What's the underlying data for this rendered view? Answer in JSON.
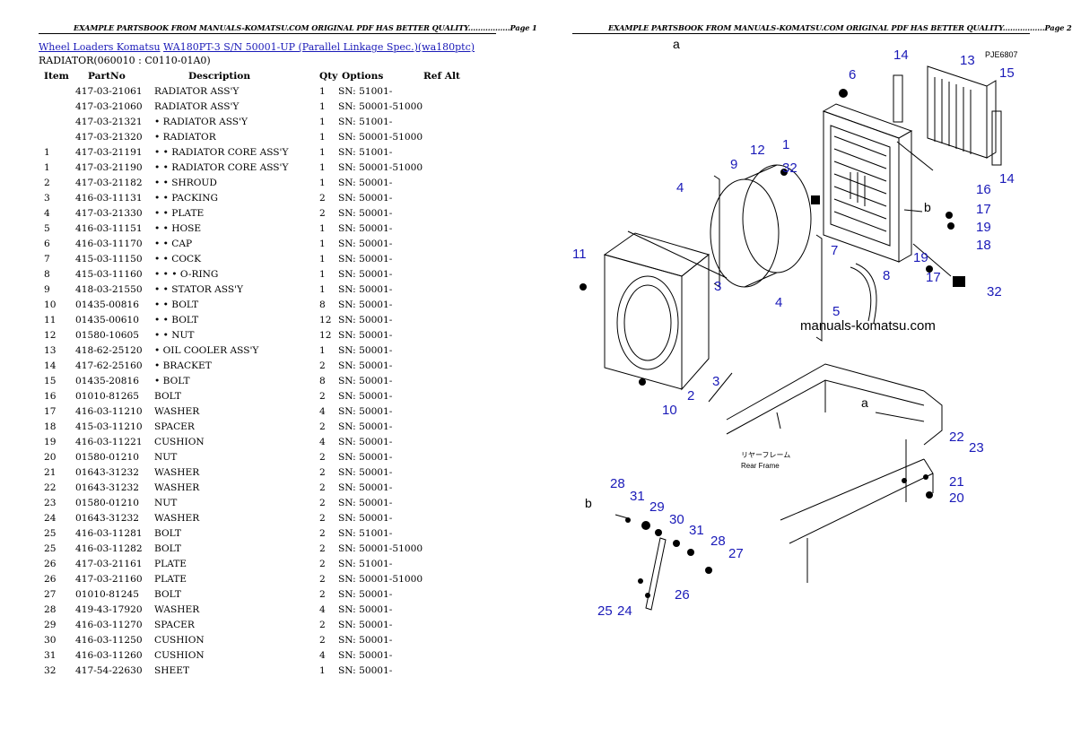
{
  "header": {
    "page1": "EXAMPLE PARTSBOOK FROM MANUALS-KOMATSU.COM ORIGINAL PDF HAS BETTER QUALITY.................Page 1",
    "page2": "EXAMPLE PARTSBOOK FROM MANUALS-KOMATSU.COM ORIGINAL PDF HAS BETTER QUALITY.................Page 2"
  },
  "breadcrumb": {
    "link1": "Wheel Loaders Komatsu",
    "link2": "WA180PT-3 S/N 50001-UP (Parallel Linkage Spec.)(wa180ptc)"
  },
  "section_title": "RADIATOR(060010 : C0110-01A0)",
  "table": {
    "headers": {
      "item": "Item",
      "partno": "PartNo",
      "description": "Description",
      "qty": "Qty",
      "options": "Options",
      "refalt": "Ref Alt"
    },
    "rows": [
      {
        "item": "",
        "partno": "417-03-21061",
        "desc": "RADIATOR ASS'Y",
        "qty": "1",
        "options": "SN: 51001-"
      },
      {
        "item": "",
        "partno": "417-03-21060",
        "desc": "RADIATOR ASS'Y",
        "qty": "1",
        "options": "SN: 50001-51000"
      },
      {
        "item": "",
        "partno": "417-03-21321",
        "desc": "• RADIATOR ASS'Y",
        "qty": "1",
        "options": "SN: 51001-"
      },
      {
        "item": "",
        "partno": "417-03-21320",
        "desc": "• RADIATOR",
        "qty": "1",
        "options": "SN: 50001-51000"
      },
      {
        "item": "1",
        "partno": "417-03-21191",
        "desc": "• • RADIATOR CORE ASS'Y",
        "qty": "1",
        "options": "SN: 51001-"
      },
      {
        "item": "1",
        "partno": "417-03-21190",
        "desc": "• • RADIATOR CORE ASS'Y",
        "qty": "1",
        "options": "SN: 50001-51000"
      },
      {
        "item": "2",
        "partno": "417-03-21182",
        "desc": "• • SHROUD",
        "qty": "1",
        "options": "SN: 50001-"
      },
      {
        "item": "3",
        "partno": "416-03-11131",
        "desc": "• • PACKING",
        "qty": "2",
        "options": "SN: 50001-"
      },
      {
        "item": "4",
        "partno": "417-03-21330",
        "desc": "• • PLATE",
        "qty": "2",
        "options": "SN: 50001-"
      },
      {
        "item": "5",
        "partno": "416-03-11151",
        "desc": "• • HOSE",
        "qty": "1",
        "options": "SN: 50001-"
      },
      {
        "item": "6",
        "partno": "416-03-11170",
        "desc": "• • CAP",
        "qty": "1",
        "options": "SN: 50001-"
      },
      {
        "item": "7",
        "partno": "415-03-11150",
        "desc": "• • COCK",
        "qty": "1",
        "options": "SN: 50001-"
      },
      {
        "item": "8",
        "partno": "415-03-11160",
        "desc": "• • • O-RING",
        "qty": "1",
        "options": "SN: 50001-"
      },
      {
        "item": "9",
        "partno": "418-03-21550",
        "desc": "• • STATOR ASS'Y",
        "qty": "1",
        "options": "SN: 50001-"
      },
      {
        "item": "10",
        "partno": "01435-00816",
        "desc": "• • BOLT",
        "qty": "8",
        "options": "SN: 50001-"
      },
      {
        "item": "11",
        "partno": "01435-00610",
        "desc": "• • BOLT",
        "qty": "12",
        "options": "SN: 50001-"
      },
      {
        "item": "12",
        "partno": "01580-10605",
        "desc": "• • NUT",
        "qty": "12",
        "options": "SN: 50001-"
      },
      {
        "item": "13",
        "partno": "418-62-25120",
        "desc": "• OIL COOLER ASS'Y",
        "qty": "1",
        "options": "SN: 50001-"
      },
      {
        "item": "14",
        "partno": "417-62-25160",
        "desc": "• BRACKET",
        "qty": "2",
        "options": "SN: 50001-"
      },
      {
        "item": "15",
        "partno": "01435-20816",
        "desc": "• BOLT",
        "qty": "8",
        "options": "SN: 50001-"
      },
      {
        "item": "16",
        "partno": "01010-81265",
        "desc": "BOLT",
        "qty": "2",
        "options": "SN: 50001-"
      },
      {
        "item": "17",
        "partno": "416-03-11210",
        "desc": "WASHER",
        "qty": "4",
        "options": "SN: 50001-"
      },
      {
        "item": "18",
        "partno": "415-03-11210",
        "desc": "SPACER",
        "qty": "2",
        "options": "SN: 50001-"
      },
      {
        "item": "19",
        "partno": "416-03-11221",
        "desc": "CUSHION",
        "qty": "4",
        "options": "SN: 50001-"
      },
      {
        "item": "20",
        "partno": "01580-01210",
        "desc": "NUT",
        "qty": "2",
        "options": "SN: 50001-"
      },
      {
        "item": "21",
        "partno": "01643-31232",
        "desc": "WASHER",
        "qty": "2",
        "options": "SN: 50001-"
      },
      {
        "item": "22",
        "partno": "01643-31232",
        "desc": "WASHER",
        "qty": "2",
        "options": "SN: 50001-"
      },
      {
        "item": "23",
        "partno": "01580-01210",
        "desc": "NUT",
        "qty": "2",
        "options": "SN: 50001-"
      },
      {
        "item": "24",
        "partno": "01643-31232",
        "desc": "WASHER",
        "qty": "2",
        "options": "SN: 50001-"
      },
      {
        "item": "25",
        "partno": "416-03-11281",
        "desc": "BOLT",
        "qty": "2",
        "options": "SN: 51001-"
      },
      {
        "item": "25",
        "partno": "416-03-11282",
        "desc": "BOLT",
        "qty": "2",
        "options": "SN: 50001-51000"
      },
      {
        "item": "26",
        "partno": "417-03-21161",
        "desc": "PLATE",
        "qty": "2",
        "options": "SN: 51001-"
      },
      {
        "item": "26",
        "partno": "417-03-21160",
        "desc": "PLATE",
        "qty": "2",
        "options": "SN: 50001-51000"
      },
      {
        "item": "27",
        "partno": "01010-81245",
        "desc": "BOLT",
        "qty": "2",
        "options": "SN: 50001-"
      },
      {
        "item": "28",
        "partno": "419-43-17920",
        "desc": "WASHER",
        "qty": "4",
        "options": "SN: 50001-"
      },
      {
        "item": "29",
        "partno": "416-03-11270",
        "desc": "SPACER",
        "qty": "2",
        "options": "SN: 50001-"
      },
      {
        "item": "30",
        "partno": "416-03-11250",
        "desc": "CUSHION",
        "qty": "2",
        "options": "SN: 50001-"
      },
      {
        "item": "31",
        "partno": "416-03-11260",
        "desc": "CUSHION",
        "qty": "4",
        "options": "SN: 50001-"
      },
      {
        "item": "32",
        "partno": "417-54-22630",
        "desc": "SHEET",
        "qty": "1",
        "options": "SN: 50001-"
      }
    ]
  },
  "diagram": {
    "drawing_code": "PJE6807",
    "watermark": "manuals-komatsu.com",
    "rear_frame_jp": "リヤーフレーム",
    "rear_frame_en": "Rear Frame",
    "letter_a": "a",
    "letter_b": "b",
    "callouts": {
      "c1": "1",
      "c2": "2",
      "c3a": "3",
      "c3b": "3",
      "c4a": "4",
      "c4b": "4",
      "c5": "5",
      "c6": "6",
      "c7": "7",
      "c8": "8",
      "c9": "9",
      "c10": "10",
      "c11": "11",
      "c12": "12",
      "c13": "13",
      "c14a": "14",
      "c14b": "14",
      "c15": "15",
      "c16": "16",
      "c17a": "17",
      "c17b": "17",
      "c18": "18",
      "c19a": "19",
      "c19b": "19",
      "c20": "20",
      "c21": "21",
      "c22": "22",
      "c23": "23",
      "c24": "24",
      "c25": "25",
      "c26": "26",
      "c27": "27",
      "c28a": "28",
      "c28b": "28",
      "c29": "29",
      "c30": "30",
      "c31a": "31",
      "c31b": "31",
      "c32a": "32",
      "c32b": "32"
    },
    "colors": {
      "callout": "#1a1ab8",
      "line": "#000000"
    }
  }
}
